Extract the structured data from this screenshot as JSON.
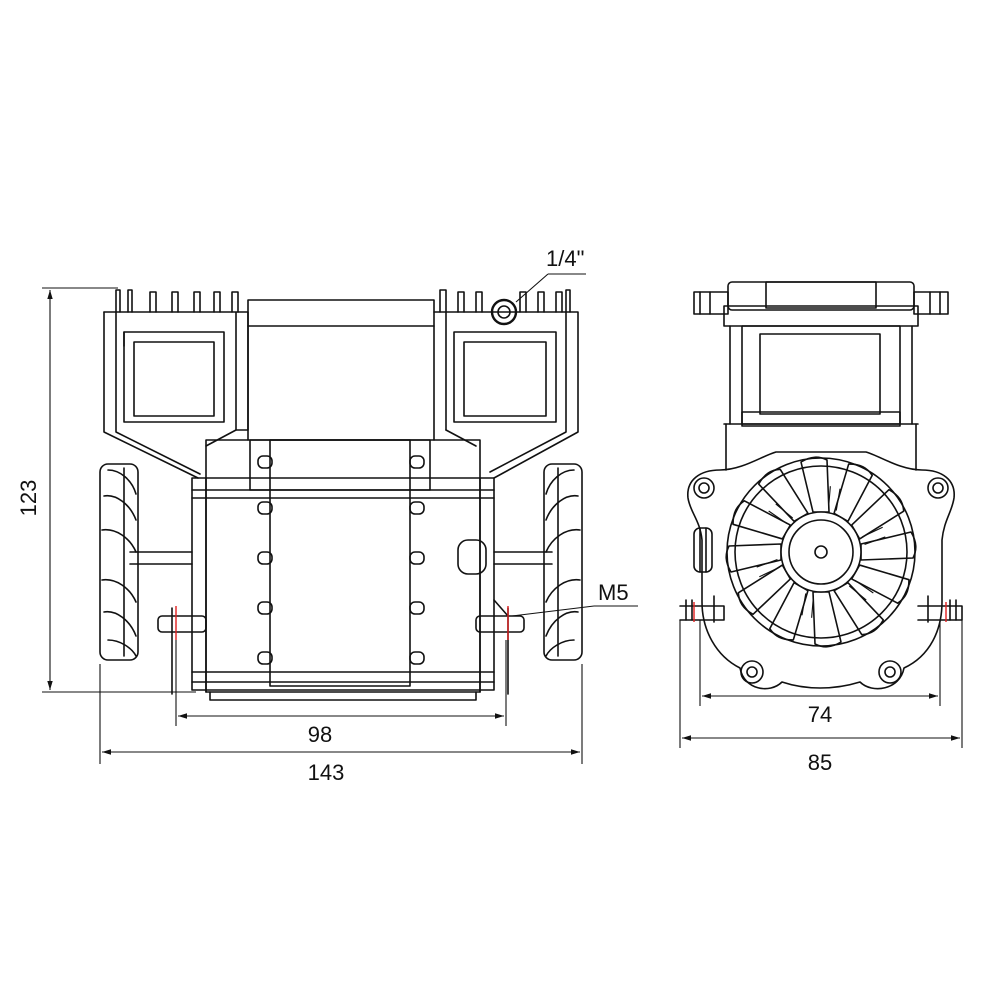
{
  "diagram": {
    "front_view": {
      "dimensions": {
        "height": "123",
        "overall_width": "143",
        "mount_spacing": "98"
      },
      "callouts": {
        "port": "1/4\"",
        "thread": "M5"
      }
    },
    "side_view": {
      "dimensions": {
        "mount_spacing": "74",
        "overall_width": "85"
      }
    },
    "colors": {
      "line": "#111111",
      "marker": "#e02020",
      "background": "#ffffff"
    }
  }
}
